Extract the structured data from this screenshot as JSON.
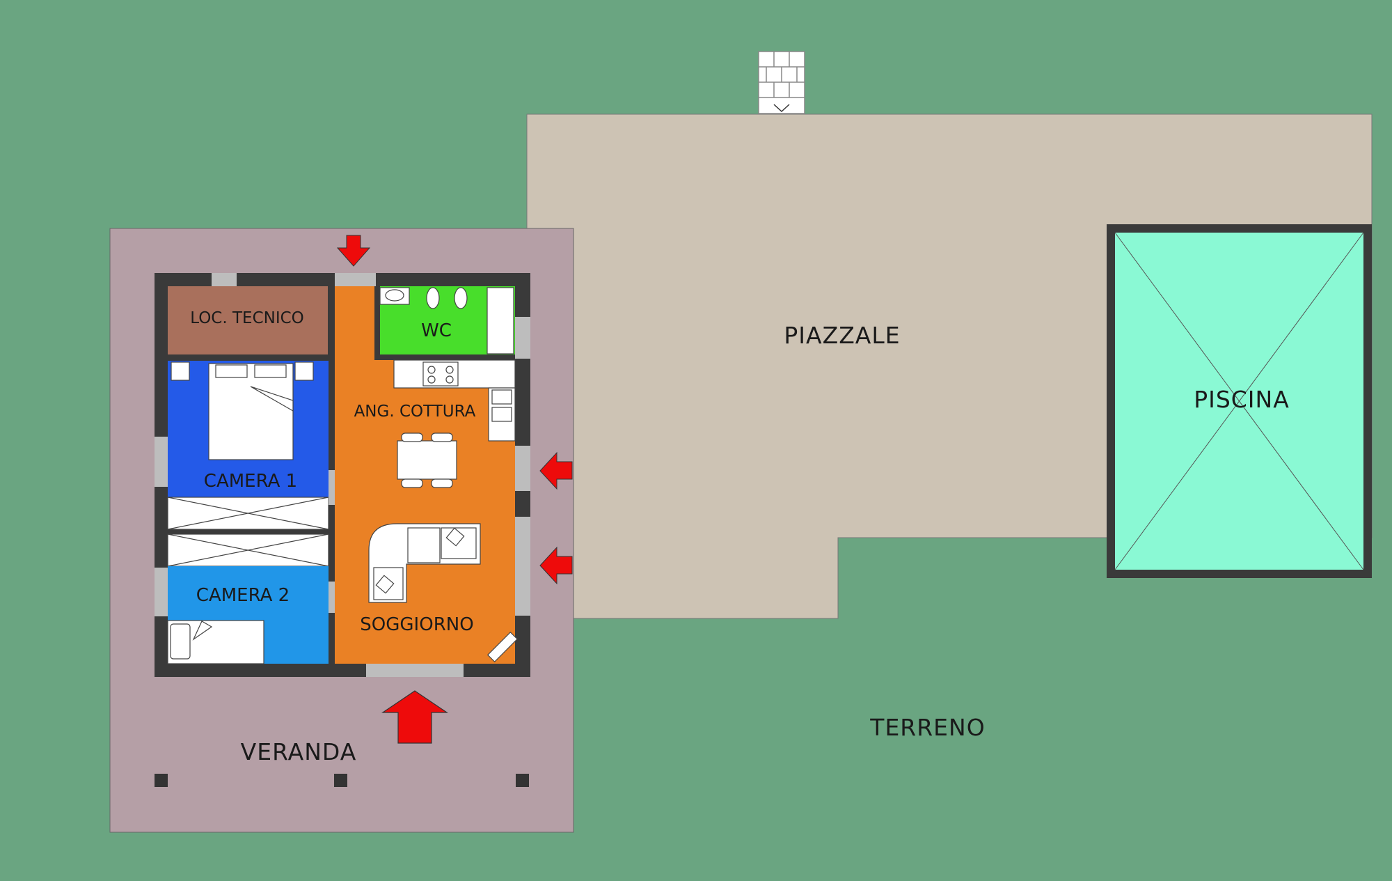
{
  "plan": {
    "colors": {
      "terreno": "#6aa581",
      "piazzale": "#cdc3b4",
      "piscina": "#8af9d4",
      "veranda": "#b59fa6",
      "wall": "#3a3a3a",
      "loc_tecnico": "#a9705c",
      "wc": "#48de2b",
      "camera1": "#245ae8",
      "camera2": "#2196e8",
      "soggiorno": "#ea8125",
      "arrow": "#ee0b0b"
    },
    "labels": {
      "piazzale": "PIAZZALE",
      "piscina": "PISCINA",
      "terreno": "TERRENO",
      "veranda": "VERANDA",
      "loc_tecnico": "LOC. TECNICO",
      "wc": "WC",
      "ang_cottura": "ANG. COTTURA",
      "camera1": "CAMERA 1",
      "camera2": "CAMERA 2",
      "soggiorno": "SOGGIORNO"
    },
    "entrances": [
      "main-entrance-arrow",
      "top-entrance-arrow",
      "right-entrance-arrow-1",
      "right-entrance-arrow-2"
    ]
  }
}
